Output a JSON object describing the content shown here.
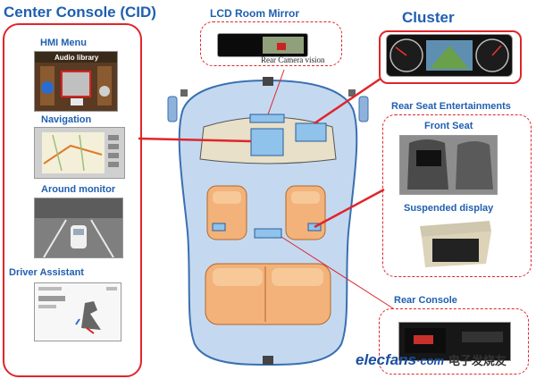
{
  "center_console": {
    "title": "Center Console (CID)",
    "hmi_menu": "HMI Menu",
    "audio_library": "Audio library",
    "navigation": "Navigation",
    "around_monitor": "Around monitor",
    "driver_assistant": "Driver Assistant"
  },
  "mirror": {
    "title": "LCD Room Mirror",
    "caption": "Rear Camera vision"
  },
  "cluster": {
    "title": "Cluster"
  },
  "rear_seat": {
    "title": "Rear Seat Entertainments",
    "front_seat": "Front Seat",
    "suspended_display": "Suspended display"
  },
  "rear_console": {
    "title": "Rear Console"
  },
  "watermark": {
    "brand": "elecfans",
    "dot_com": "·com",
    "chinese": "电子发烧友"
  },
  "colors": {
    "accent_red": "#e0252b",
    "title_blue": "#1f5fb0",
    "car_blue": "#b9d3ee",
    "seat_orange": "#f2b27a"
  }
}
